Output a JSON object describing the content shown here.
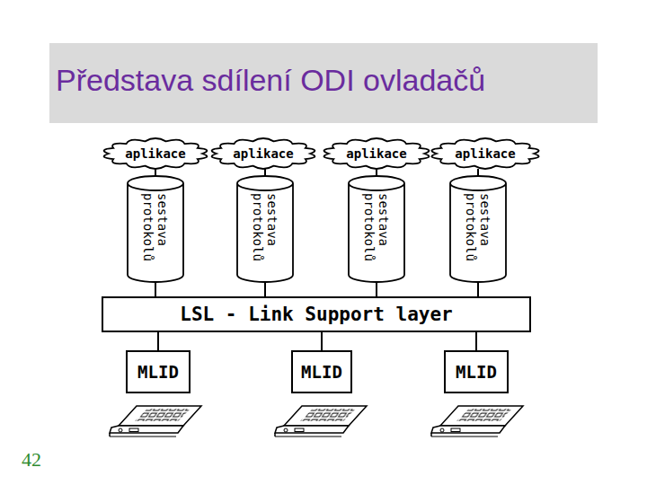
{
  "diagram": {
    "title": "Představa sdílení ODI ovladačů",
    "nodes": [
      {
        "text": [
          "aplikace"
        ]
      },
      {
        "text": [
          "aplikace"
        ]
      },
      {
        "text": [
          "aplikace"
        ]
      },
      {
        "text": [
          "aplikace"
        ]
      },
      {
        "text": [
          "sestava protokolů"
        ]
      },
      {
        "text": [
          "sestava protokolů"
        ]
      },
      {
        "text": [
          "sestava protokolů"
        ]
      },
      {
        "text": [
          "sestava protokolů"
        ]
      },
      {
        "text": [
          "LSL - Link Support layer"
        ]
      },
      {
        "text": [
          "MLID"
        ]
      },
      {
        "text": [
          "MLID"
        ]
      },
      {
        "text": [
          "MLID"
        ]
      }
    ],
    "edges": [
      {
        "from": 0,
        "to": 4,
        "arrow": "none"
      },
      {
        "from": 1,
        "to": 5,
        "arrow": "none"
      },
      {
        "from": 2,
        "to": 6,
        "arrow": "none"
      },
      {
        "from": 3,
        "to": 7,
        "arrow": "none"
      },
      {
        "from": 4,
        "to": 8,
        "arrow": "none"
      },
      {
        "from": 5,
        "to": 8,
        "arrow": "none"
      },
      {
        "from": 6,
        "to": 8,
        "arrow": "none"
      },
      {
        "from": 7,
        "to": 8,
        "arrow": "none"
      },
      {
        "from": 8,
        "to": 9,
        "arrow": "none"
      },
      {
        "from": 8,
        "to": 10,
        "arrow": "none"
      },
      {
        "from": 8,
        "to": 11,
        "arrow": "none"
      }
    ],
    "labels": [
      "42"
    ]
  }
}
